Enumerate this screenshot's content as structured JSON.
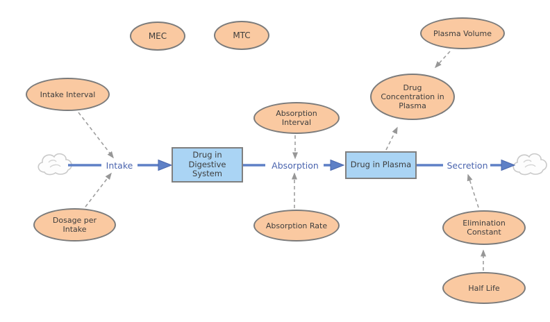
{
  "diagram": {
    "type": "stock-and-flow",
    "colors": {
      "variable_fill": "#FAC9A1",
      "variable_border": "#7B7B7B",
      "stock_fill": "#AAD4F4",
      "stock_border": "#7F7F7F",
      "flow_blue": "#5E80C6",
      "flow_label_text": "#4A64AE",
      "connector_gray": "#9E9E9E",
      "node_text": "#3D3D3D",
      "cloud_stroke": "#C9C9C9"
    },
    "variables": {
      "mec": {
        "lines": [
          "MEC"
        ]
      },
      "mtc": {
        "lines": [
          "MTC"
        ]
      },
      "plasma_volume": {
        "lines": [
          "Plasma Volume"
        ]
      },
      "intake_interval": {
        "lines": [
          "Intake Interval"
        ]
      },
      "drug_concentration_in_plasma": {
        "lines": [
          "Drug",
          "Concentration in",
          "Plasma"
        ]
      },
      "absorption_interval": {
        "lines": [
          "Absorption",
          "Interval"
        ]
      },
      "absorption_rate": {
        "lines": [
          "Absorption Rate"
        ]
      },
      "dosage_per_intake": {
        "lines": [
          "Dosage per",
          "Intake"
        ]
      },
      "elimination_constant": {
        "lines": [
          "Elimination",
          "Constant"
        ]
      },
      "half_life": {
        "lines": [
          "Half Life"
        ]
      }
    },
    "stocks": {
      "drug_in_digestive_system": {
        "lines": [
          "Drug in",
          "Digestive",
          "System"
        ]
      },
      "drug_in_plasma": {
        "lines": [
          "Drug in Plasma"
        ]
      }
    },
    "flows": {
      "intake": {
        "label": "Intake"
      },
      "absorption": {
        "label": "Absorption"
      },
      "secretion": {
        "label": "Secretion"
      }
    },
    "icons": {
      "source": "cloud-icon",
      "sink": "cloud-icon"
    }
  }
}
